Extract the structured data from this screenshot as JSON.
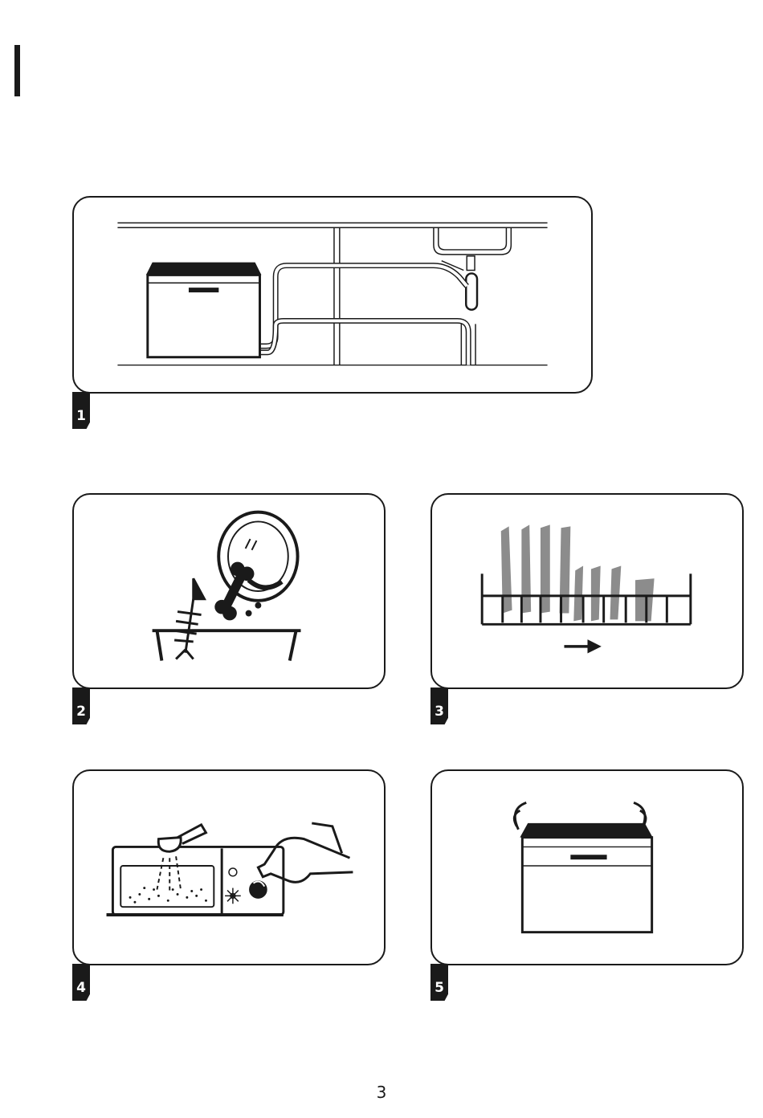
{
  "steps": [
    {
      "number": "1"
    },
    {
      "number": "2"
    },
    {
      "number": "3"
    },
    {
      "number": "4"
    },
    {
      "number": "5"
    }
  ],
  "page_number": "3",
  "colors": {
    "ink": "#1a1a1a",
    "plate_gray": "#8c8c8c"
  },
  "icons": [
    "dishwasher-icon",
    "sink-icon",
    "hose-icon",
    "plate-icon",
    "fish-bone-icon",
    "bone-icon",
    "trash-bin-icon",
    "dish-rack-icon",
    "arrow-right-icon",
    "detergent-scoop-icon",
    "rinse-aid-bottle-icon",
    "sun-icon",
    "vibration-icon"
  ]
}
